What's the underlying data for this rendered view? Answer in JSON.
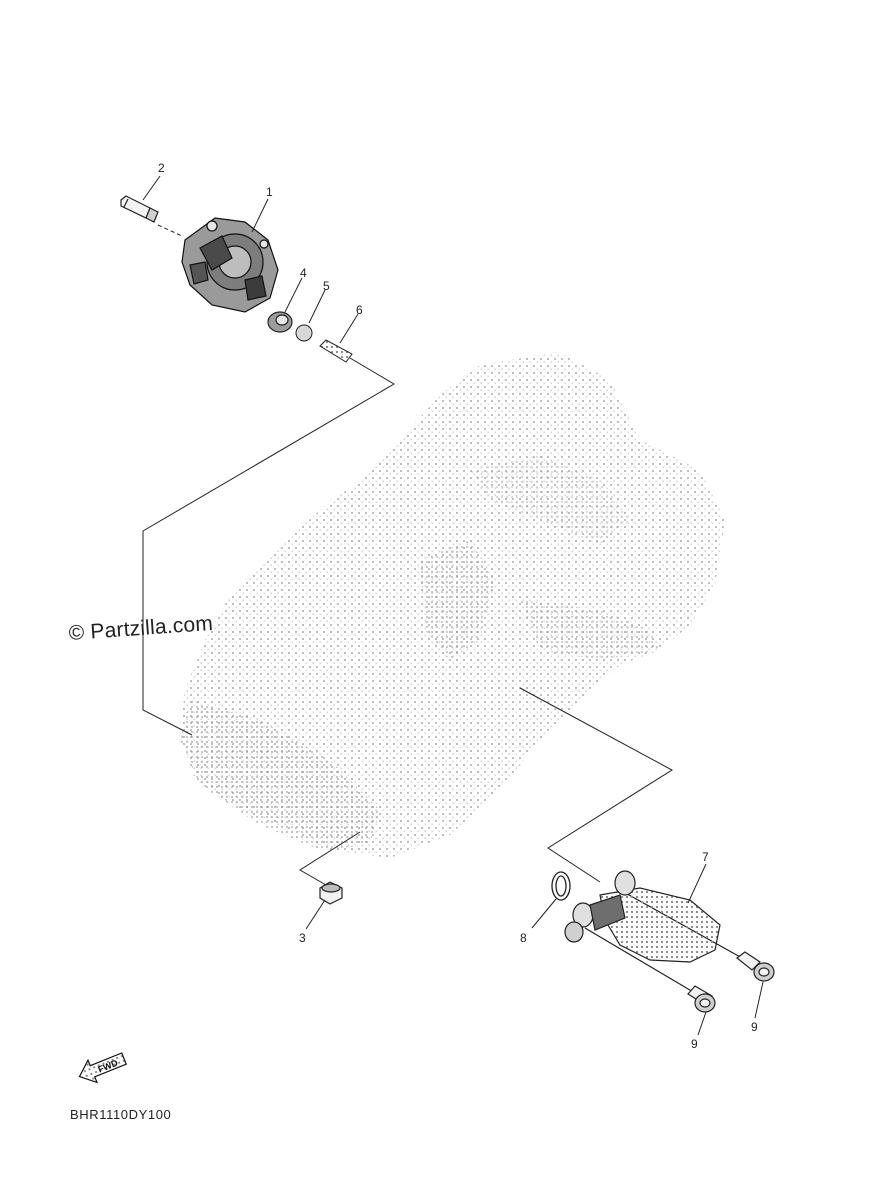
{
  "watermark": "© Partzilla.com",
  "diagram_code": "BHR1110DY100",
  "fwd_label": "FWD",
  "callouts": [
    {
      "id": "c1",
      "label": "1"
    },
    {
      "id": "c2",
      "label": "2"
    },
    {
      "id": "c3",
      "label": "3"
    },
    {
      "id": "c4",
      "label": "4"
    },
    {
      "id": "c5",
      "label": "5"
    },
    {
      "id": "c6",
      "label": "6"
    },
    {
      "id": "c7",
      "label": "7"
    },
    {
      "id": "c8",
      "label": "8"
    },
    {
      "id": "c9a",
      "label": "9"
    },
    {
      "id": "c9b",
      "label": "9"
    }
  ]
}
